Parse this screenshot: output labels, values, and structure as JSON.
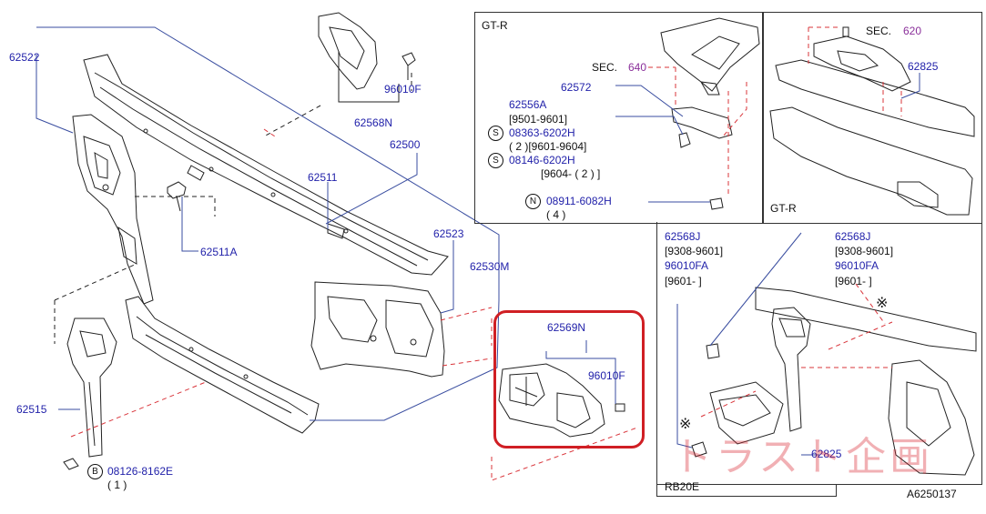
{
  "diagram_id": "A6250137",
  "watermark": "トラスト企画",
  "main_labels": {
    "p62522": "62522",
    "p96010f_top": "96010F",
    "p62568n": "62568N",
    "p62500": "62500",
    "p62511": "62511",
    "p62511a": "62511A",
    "p62523": "62523",
    "p62530m": "62530M",
    "p62515": "62515",
    "bolt_b_code": "B",
    "bolt_b_part": "08126-8162E",
    "bolt_b_qty": "( 1 )"
  },
  "highlight_box": {
    "p62569n": "62569N",
    "p96010f": "96010F"
  },
  "gtr_left": {
    "title": "GT-R",
    "sec_label": "SEC.",
    "sec_num": "640",
    "p62572": "62572",
    "p62556a": "62556A",
    "p62556a_range": "[9501-9601]",
    "s1_code": "S",
    "s1_part": "08363-6202H",
    "s1_detail": "( 2 )[9601-9604]",
    "s2_code": "S",
    "s2_part": "08146-6202H",
    "s2_detail": "[9604- ( 2 ) ]",
    "n_code": "N",
    "n_part": "08911-6082H",
    "n_qty": "( 4 )"
  },
  "gtr_right": {
    "title": "GT-R",
    "sec_label": "SEC.",
    "sec_num": "620",
    "p62825": "62825"
  },
  "rb20e": {
    "title": "RB20E",
    "left_part1": "62568J",
    "left_range1": "[9308-9601]",
    "left_part2": "96010FA",
    "left_range2": "[9601-             ]",
    "right_part1": "62568J",
    "right_range1": "[9308-9601]",
    "right_part2": "96010FA",
    "right_range2": "[9601-             ]",
    "p62825": "62825",
    "mark": "※"
  },
  "colors": {
    "label_blue": "#2222aa",
    "section_purple": "#8a2f9a",
    "highlight_red": "#d01f24",
    "dashed_red": "#d9343a",
    "leader_blue": "#3a4ea0",
    "line_black": "#222222"
  }
}
